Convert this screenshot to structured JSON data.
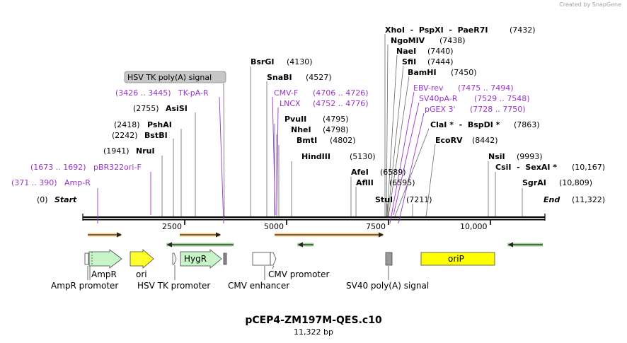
{
  "watermark": "Created by SnapGene",
  "title": "pCEP4-ZM197M-QES.c10",
  "subtitle": "11,322 bp",
  "axis": {
    "ticks": [
      "2500",
      "5000",
      "7500",
      "10,000"
    ],
    "start_label": "Start",
    "start_pos": "(0)",
    "end_label": "End",
    "end_pos": "(11,322)"
  },
  "enzymes": [
    {
      "name": "Amp-R",
      "pos": "(371 .. 390)",
      "kind": "primer"
    },
    {
      "name": "pBR322ori-F",
      "pos": "(1673 .. 1692)",
      "kind": "primer"
    },
    {
      "name": "NruI",
      "pos": "(1941)",
      "kind": "enzyme"
    },
    {
      "name": "BstBI",
      "pos": "(2242)",
      "kind": "enzyme"
    },
    {
      "name": "PshAI",
      "pos": "(2418)",
      "kind": "enzyme"
    },
    {
      "name": "AsiSI",
      "pos": "(2755)",
      "kind": "enzyme"
    },
    {
      "name": "TK-pA-R",
      "pos": "(3426 .. 3445)",
      "kind": "primer"
    },
    {
      "name": "HSV TK poly(A) signal",
      "pos": "",
      "kind": "feature"
    },
    {
      "name": "BsrGI",
      "pos": "(4130)",
      "kind": "enzyme"
    },
    {
      "name": "SnaBI",
      "pos": "(4527)",
      "kind": "enzyme"
    },
    {
      "name": "CMV-F",
      "pos": "(4706 .. 4726)",
      "kind": "primer"
    },
    {
      "name": "LNCX",
      "pos": "(4752 .. 4776)",
      "kind": "primer"
    },
    {
      "name": "PvuII",
      "pos": "(4795)",
      "kind": "enzyme"
    },
    {
      "name": "NheI",
      "pos": "(4798)",
      "kind": "enzyme"
    },
    {
      "name": "BmtI",
      "pos": "(4802)",
      "kind": "enzyme"
    },
    {
      "name": "HindIII",
      "pos": "(5130)",
      "kind": "enzyme"
    },
    {
      "name": "AfeI",
      "pos": "(6589)",
      "kind": "enzyme"
    },
    {
      "name": "AflII",
      "pos": "(6595)",
      "kind": "enzyme"
    },
    {
      "name": "StuI",
      "pos": "(7211)",
      "kind": "enzyme"
    },
    {
      "name": "XhoI  -  PspXI  -  PaeR7I",
      "pos": "(7432)",
      "kind": "enzyme"
    },
    {
      "name": "NgoMIV",
      "pos": "(7438)",
      "kind": "enzyme"
    },
    {
      "name": "NaeI",
      "pos": "(7440)",
      "kind": "enzyme"
    },
    {
      "name": "SfiI",
      "pos": "(7444)",
      "kind": "enzyme"
    },
    {
      "name": "BamHI",
      "pos": "(7450)",
      "kind": "enzyme"
    },
    {
      "name": "EBV-rev",
      "pos": "(7475 .. 7494)",
      "kind": "primer"
    },
    {
      "name": "SV40pA-R",
      "pos": "(7529 .. 7548)",
      "kind": "primer"
    },
    {
      "name": "pGEX 3'",
      "pos": "(7728 .. 7750)",
      "kind": "primer"
    },
    {
      "name": "ClaI *  -  BspDI *",
      "pos": "(7863)",
      "kind": "enzyme"
    },
    {
      "name": "EcoRV",
      "pos": "(8442)",
      "kind": "enzyme"
    },
    {
      "name": "NsiI",
      "pos": "(9993)",
      "kind": "enzyme"
    },
    {
      "name": "CsiI  -  SexAI *",
      "pos": "(10,167)",
      "kind": "enzyme"
    },
    {
      "name": "SgrAI",
      "pos": "(10,809)",
      "kind": "enzyme"
    }
  ],
  "features": [
    {
      "name": "AmpR",
      "color": "#c8f5c8"
    },
    {
      "name": "AmpR promoter",
      "color": "#ffffff"
    },
    {
      "name": "ori",
      "color": "#ffff2a"
    },
    {
      "name": "HSV TK promoter",
      "color": "#ffffff"
    },
    {
      "name": "HygR",
      "color": "#c8f5c8"
    },
    {
      "name": "CMV enhancer",
      "color": "#ffffff"
    },
    {
      "name": "CMV promoter",
      "color": "#ffffff"
    },
    {
      "name": "SV40 poly(A) signal",
      "color": "#999999"
    },
    {
      "name": "oriP",
      "color": "#ffff00"
    }
  ],
  "colors": {
    "enzyme_text": "#000000",
    "primer_text": "#9933cc",
    "orf_arrow": "#f5a623",
    "primer_arrow": "#44aa33"
  }
}
